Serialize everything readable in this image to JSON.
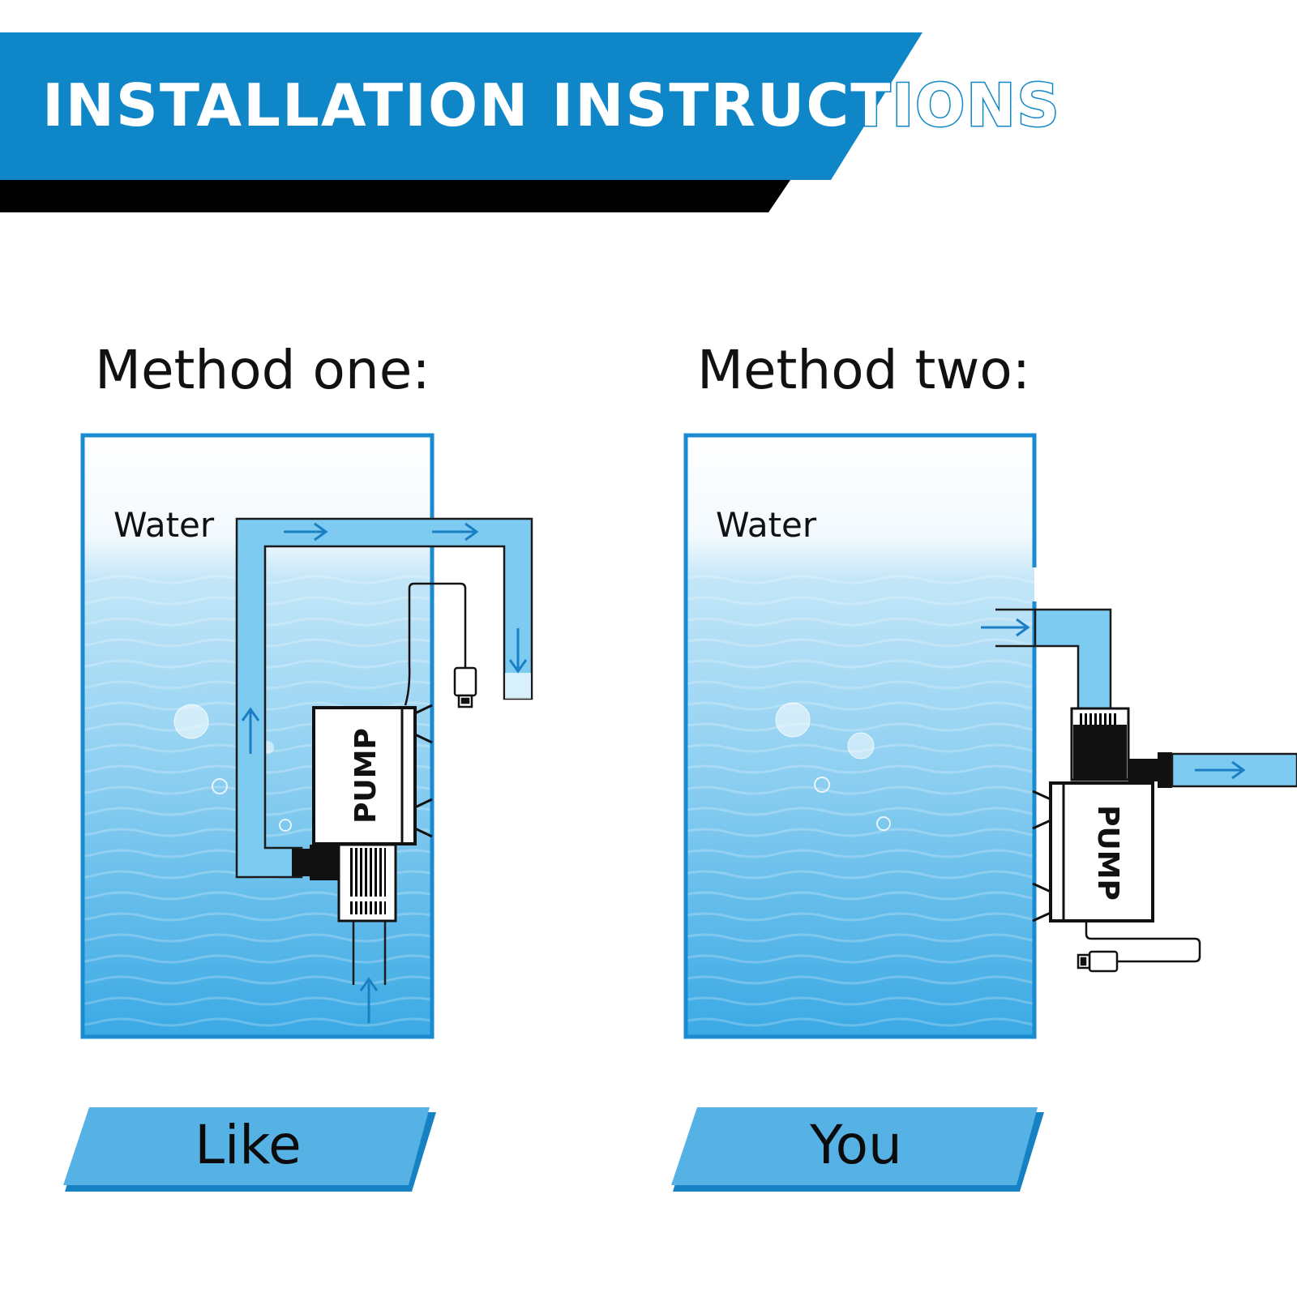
{
  "banner": {
    "title": "INSTALLATION INSTRUCTIONS",
    "primary_color": "#0f86c8",
    "shadow_color": "#000000"
  },
  "methods": [
    {
      "title": "Method one:",
      "water_label": "Water",
      "pump_label": "PUMP",
      "button_label": "Like"
    },
    {
      "title": "Method two:",
      "water_label": "Water",
      "pump_label": "PUMP",
      "button_label": "You"
    }
  ],
  "colors": {
    "tank_border": "#1a8bd0",
    "water_light": "#e6f4fc",
    "water_deep": "#3aa9e4",
    "pipe_fill": "#7ecbf2",
    "arrow": "#1a7fc4",
    "pill_fill": "#56b1e4",
    "pill_shadow": "#1682c4"
  }
}
